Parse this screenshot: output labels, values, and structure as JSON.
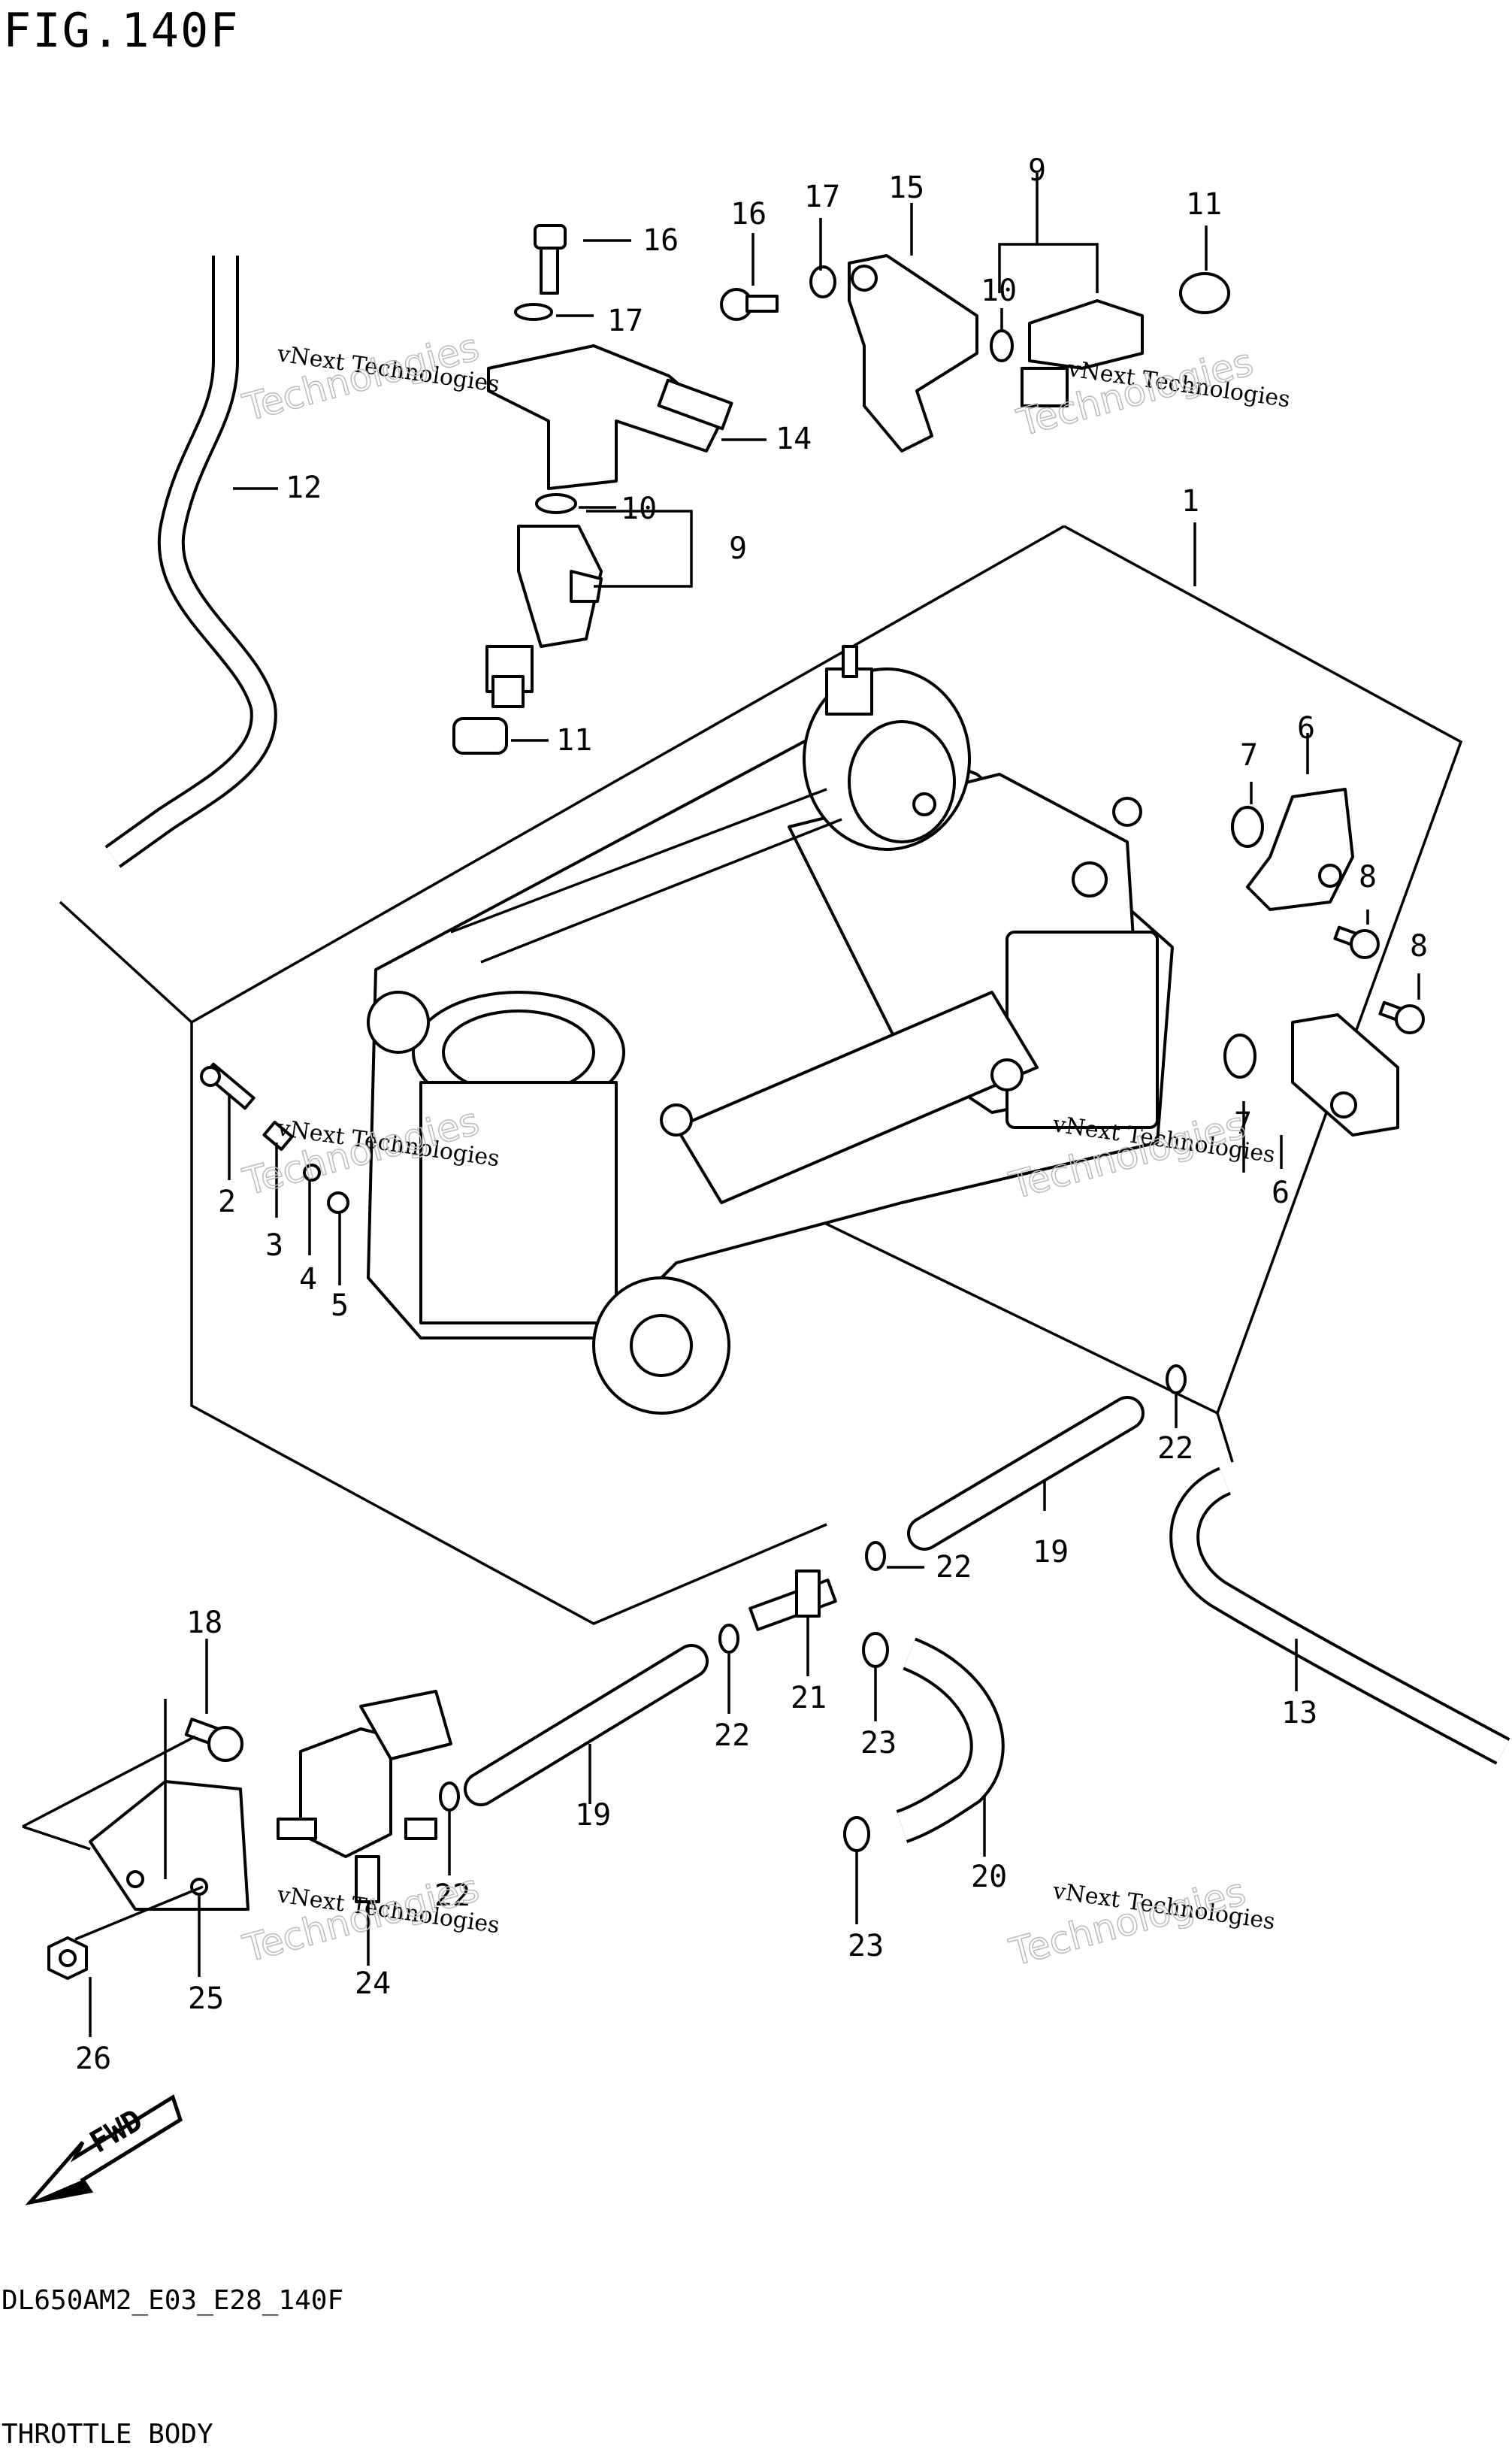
{
  "figure_title": "FIG.140F",
  "diagram_code": "DL650AM2_E03_E28_140F",
  "caption": "THROTTLE BODY",
  "watermark": {
    "line1": "vNext Technologies",
    "line2": "Technologies"
  },
  "direction_label": "FWD",
  "callouts": {
    "c1": "1",
    "c2": "2",
    "c3": "3",
    "c4": "4",
    "c5": "5",
    "c6a": "6",
    "c6b": "6",
    "c7a": "7",
    "c7b": "7",
    "c8a": "8",
    "c8b": "8",
    "c9a": "9",
    "c9b": "9",
    "c10a": "10",
    "c10b": "10",
    "c11a": "11",
    "c11b": "11",
    "c12": "12",
    "c13": "13",
    "c14": "14",
    "c15": "15",
    "c16a": "16",
    "c16b": "16",
    "c17a": "17",
    "c17b": "17",
    "c18": "18",
    "c19a": "19",
    "c19b": "19",
    "c20": "20",
    "c21": "21",
    "c22a": "22",
    "c22b": "22",
    "c22c": "22",
    "c22d": "22",
    "c23a": "23",
    "c23b": "23",
    "c24": "24",
    "c25": "25",
    "c26": "26"
  }
}
